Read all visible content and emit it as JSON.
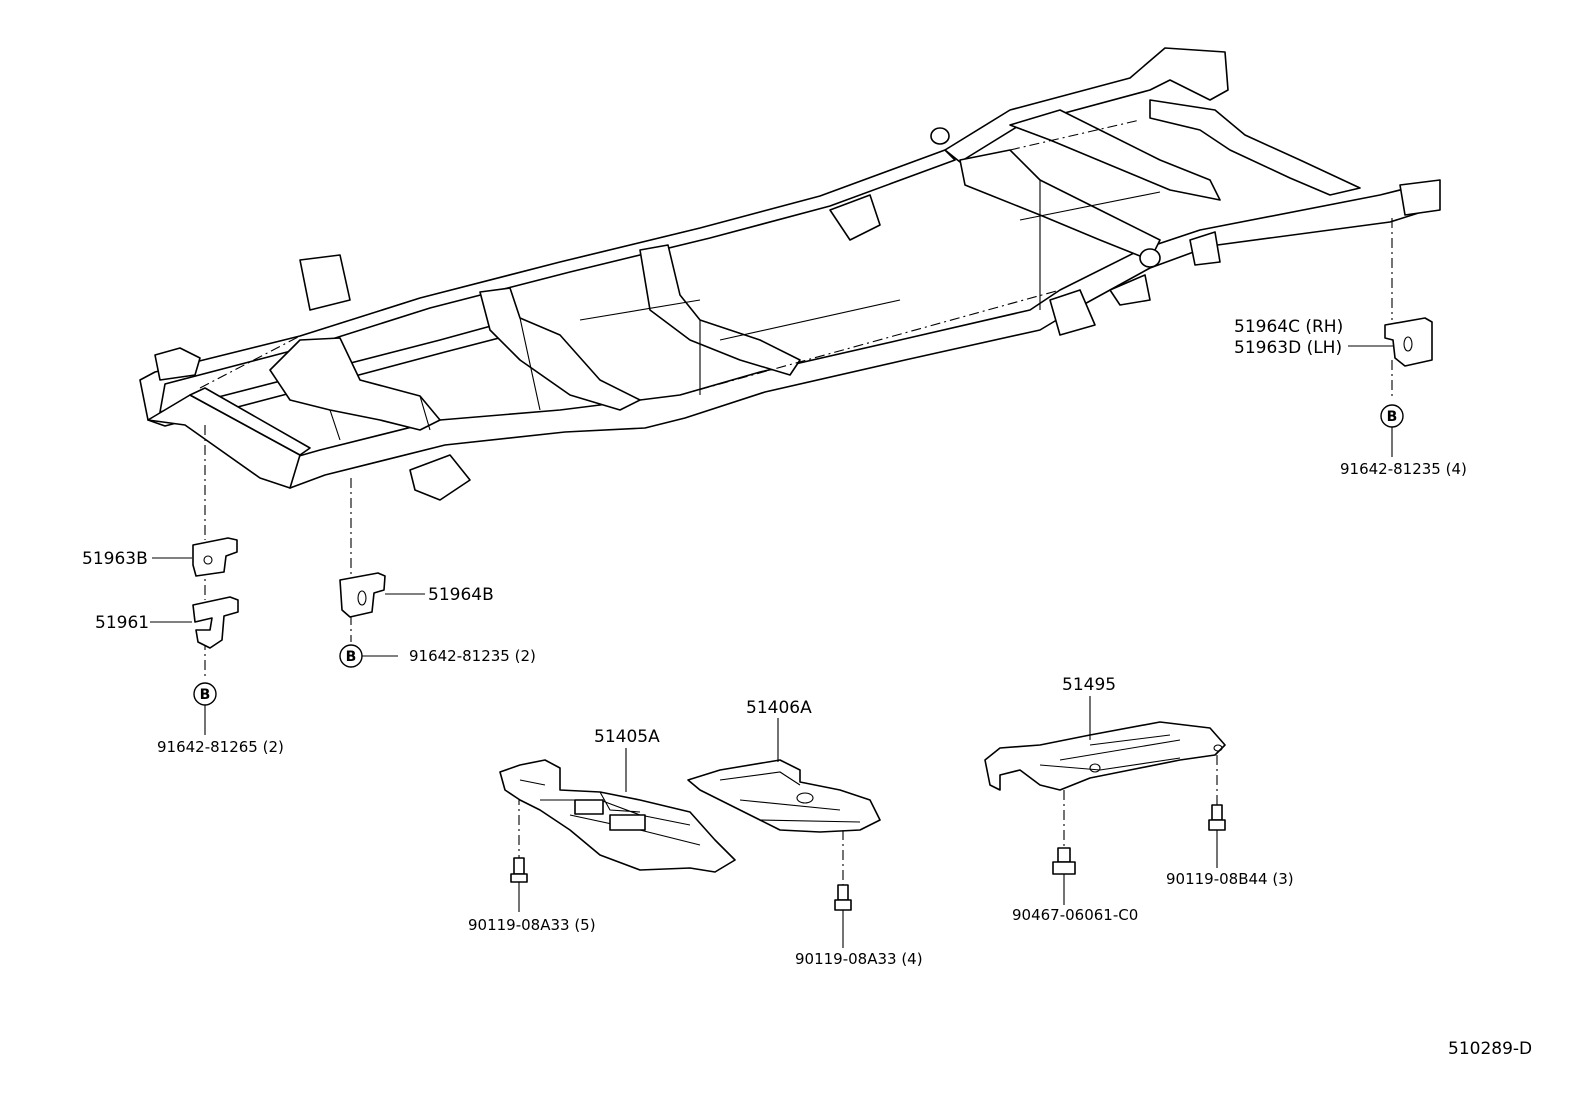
{
  "diagram_id": "510289-D",
  "frame_labels": {
    "bracket_rear_rh": "51964C (RH)",
    "bracket_rear_lh": "51963D (LH)",
    "bolt_rear": "91642-81235 (4)",
    "bracket_front_upper": "51963B",
    "hook_front": "51961",
    "bolt_front": "91642-81265 (2)",
    "bracket_mid": "51964B",
    "bolt_mid": "91642-81235 (2)",
    "badge_letter": "B"
  },
  "cover_labels": {
    "cover_front": "51405A",
    "cover_mid": "51406A",
    "cover_rear": "51495",
    "screw_front": "90119-08A33 (5)",
    "screw_mid": "90119-08A33 (4)",
    "screw_rear_left": "90467-06061-C0",
    "screw_rear_right": "90119-08B44 (3)"
  }
}
